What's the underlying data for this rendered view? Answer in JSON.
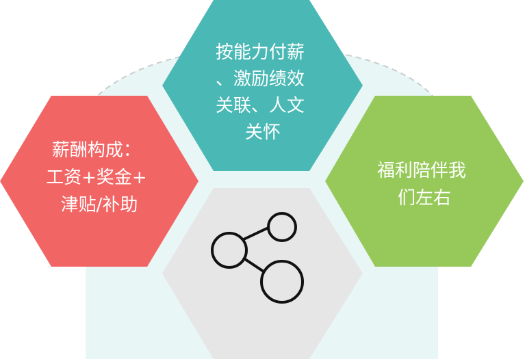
{
  "diagram": {
    "hexagons": [
      {
        "id": "salary-structure",
        "lines": [
          "薪酬构成：",
          "工资+奖金+",
          "津贴/补助"
        ],
        "color": "#f26565"
      },
      {
        "id": "pay-by-ability",
        "lines": [
          "按能力付薪",
          "、激励绩效",
          "关联、人文",
          "关怀"
        ],
        "color": "#4ab8b4"
      },
      {
        "id": "welfare",
        "lines": [
          "福利陪伴我",
          "们左右"
        ],
        "color": "#97c95a"
      },
      {
        "id": "share-center",
        "icon": "share-icon",
        "color": "#e6e6e6"
      }
    ],
    "background_arc_color": "#e8f6f6",
    "arc_stroke_color": "#c8cccc",
    "icon_stroke_color": "#111111"
  }
}
